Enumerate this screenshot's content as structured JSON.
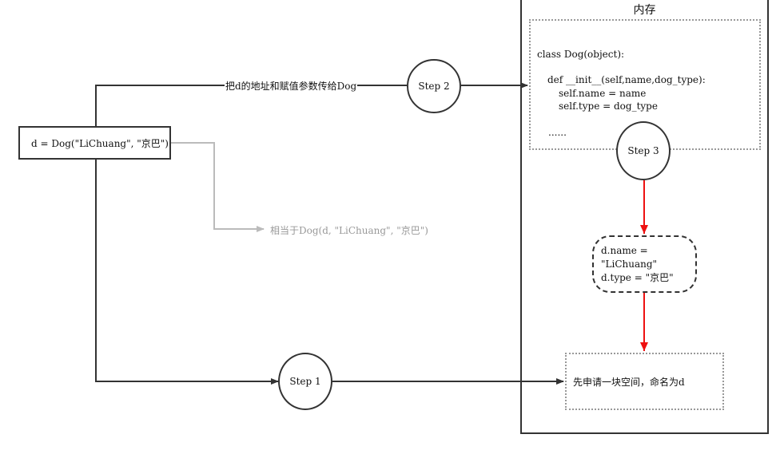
{
  "memory": {
    "title": "内存"
  },
  "class_code": {
    "line1": "class Dog(object):",
    "line2": "def __init__(self,name,dog_type):",
    "line3": "self.name = name",
    "line4": "self.type = dog_type",
    "line5": "......"
  },
  "instantiation": {
    "code": "d = Dog(\"LiChuang\", \"京巴\")"
  },
  "steps": {
    "step1": "Step 1",
    "step2": "Step 2",
    "step3": "Step 3"
  },
  "edges": {
    "pass_label": "把d的地址和赋值参数传给Dog",
    "equivalent_label": "相当于Dog(d, \"LiChuang\", \"京巴\")"
  },
  "attributes": {
    "name_line": "d.name = \"LiChuang\"",
    "type_line": "d.type = \"京巴\""
  },
  "allocation": {
    "text": "先申请一块空间，命名为d"
  },
  "colors": {
    "stroke": "#333333",
    "red": "#ee1111",
    "gray": "#bbbbbb"
  }
}
